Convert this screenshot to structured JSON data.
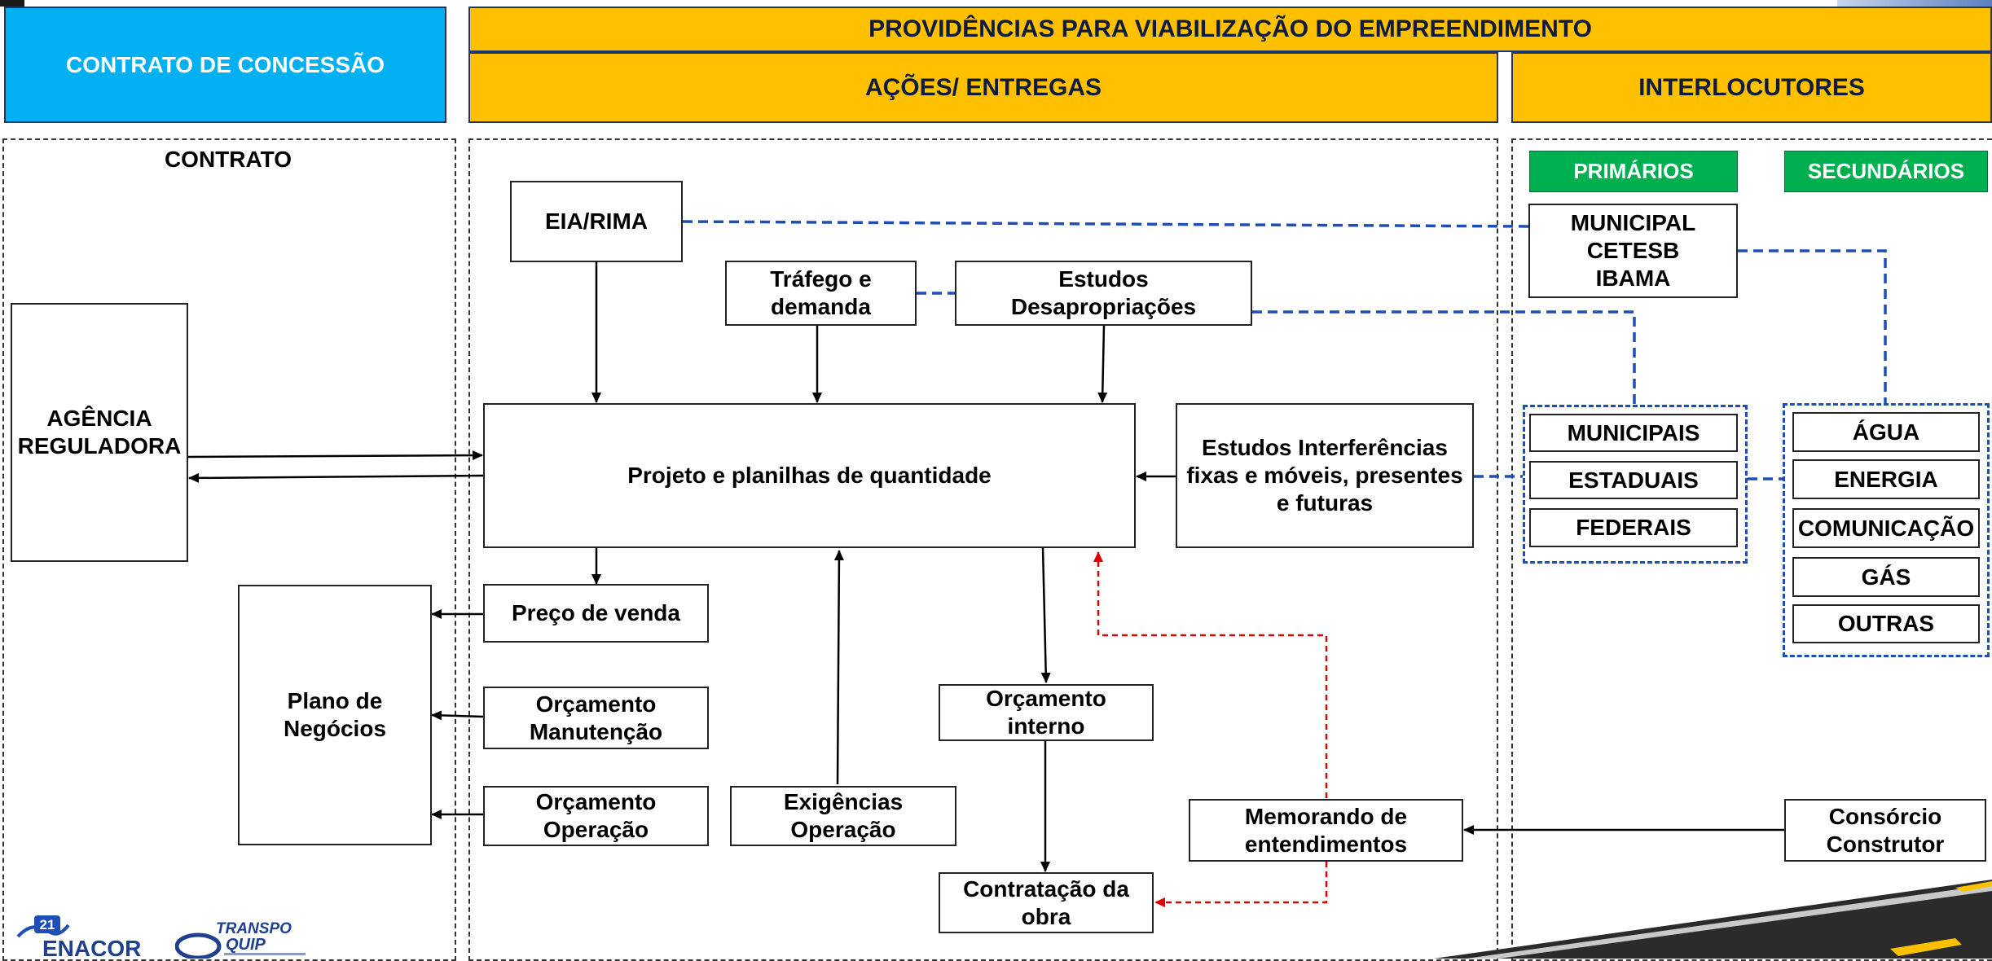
{
  "headers": {
    "contrato_concessao": "CONTRATO DE CONCESSÃO",
    "providencias": "PROVIDÊNCIAS PARA VIABILIZAÇÃO DO EMPREENDIMENTO",
    "acoes": "AÇÕES/ ENTREGAS",
    "interlocutores": "INTERLOCUTORES",
    "primarios": "PRIMÁRIOS",
    "secundarios": "SECUNDÁRIOS"
  },
  "panels": {
    "contrato": "CONTRATO"
  },
  "nodes": {
    "agencia": "AGÊNCIA\nREGULADORA",
    "plano": "Plano de\nNegócios",
    "eia": "EIA/RIMA",
    "trafego": "Tráfego e\ndemanda",
    "desapropriacoes": "Estudos\nDesapropriações",
    "projeto": "Projeto e planilhas de quantidade",
    "interferencias": "Estudos Interferências\nfixas e móveis, presentes\ne futuras",
    "preco": "Preço de venda",
    "orc_manutencao": "Orçamento\nManutenção",
    "orc_operacao": "Orçamento\nOperação",
    "exigencias": "Exigências\nOperação",
    "orc_interno": "Orçamento\ninterno",
    "contratacao": "Contratação da\nobra",
    "memorando": "Memorando de\nentendimentos",
    "consorcio": "Consórcio\nConstrutor",
    "orgaos": "MUNICIPAL\nCETESB\nIBAMA"
  },
  "primarios": [
    "MUNICIPAIS",
    "ESTADUAIS",
    "FEDERAIS"
  ],
  "secundarios": [
    "ÁGUA",
    "ENERGIA",
    "COMUNICAÇÃO",
    "GÁS",
    "OUTRAS"
  ],
  "logos": {
    "enacor_number": "21",
    "enacor": "ENACOR",
    "transpo": "TRANSPO",
    "quip": "QUIP"
  },
  "colors": {
    "yellow": "#FFC000",
    "cyan": "#00B0F0",
    "green": "#00B050",
    "blue_dash": "#1f4fb4",
    "red_dash": "#e00000"
  }
}
